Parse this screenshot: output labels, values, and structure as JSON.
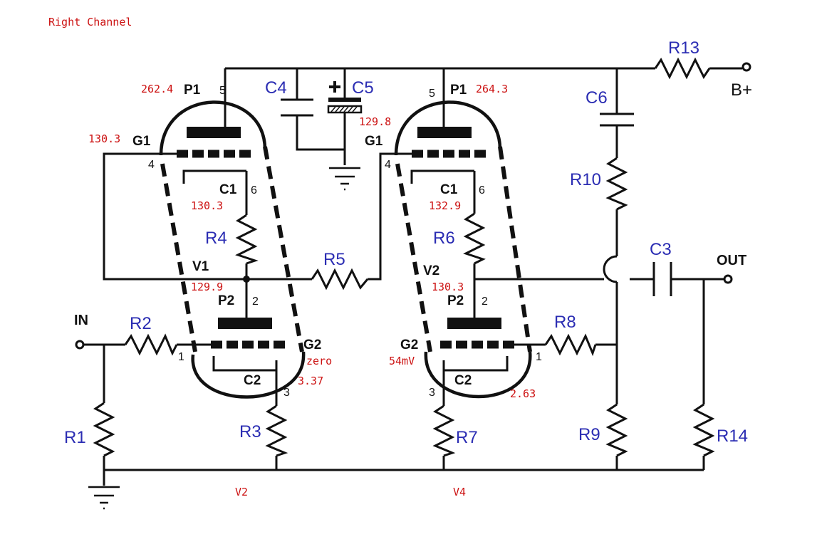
{
  "title": "Right Channel",
  "components": {
    "r1": "R1",
    "r2": "R2",
    "r3": "R3",
    "r4": "R4",
    "r5": "R5",
    "r6": "R6",
    "r7": "R7",
    "r8": "R8",
    "r9": "R9",
    "r10": "R10",
    "r13": "R13",
    "r14": "R14",
    "c3": "C3",
    "c4": "C4",
    "c5": "C5",
    "c6": "C6"
  },
  "ports": {
    "in": "IN",
    "out": "OUT",
    "bplus": "B+"
  },
  "tubes": {
    "left": {
      "name": "V1",
      "p1": "P1",
      "g1": "G1",
      "c1": "C1",
      "p2": "P2",
      "g2": "G2",
      "c2": "C2",
      "pins": {
        "p1": "5",
        "g1": "4",
        "c1": "6",
        "p2": "2",
        "g2": "1",
        "c2": "3"
      },
      "caption": "V2"
    },
    "right": {
      "name": "V2",
      "p1": "P1",
      "g1": "G1",
      "c1": "C1",
      "p2": "P2",
      "g2": "G2",
      "c2": "C2",
      "pins": {
        "p1": "5",
        "g1": "4",
        "c1": "6",
        "p2": "2",
        "g2": "1",
        "c2": "3"
      },
      "caption": "V4"
    }
  },
  "voltages": {
    "left_p1": "262.4",
    "left_g1": "130.3",
    "left_c1": "130.3",
    "left_p2": "129.9",
    "left_g2": "zero",
    "left_c2": "3.37",
    "right_p1": "264.3",
    "right_g1": "129.8",
    "right_c1": "132.9",
    "right_p2": "130.3",
    "right_g2": "54mV",
    "right_c2": "2.63"
  },
  "colors": {
    "component_label": "#2b2db3",
    "measurement": "#cc1111",
    "wire": "#111111"
  }
}
